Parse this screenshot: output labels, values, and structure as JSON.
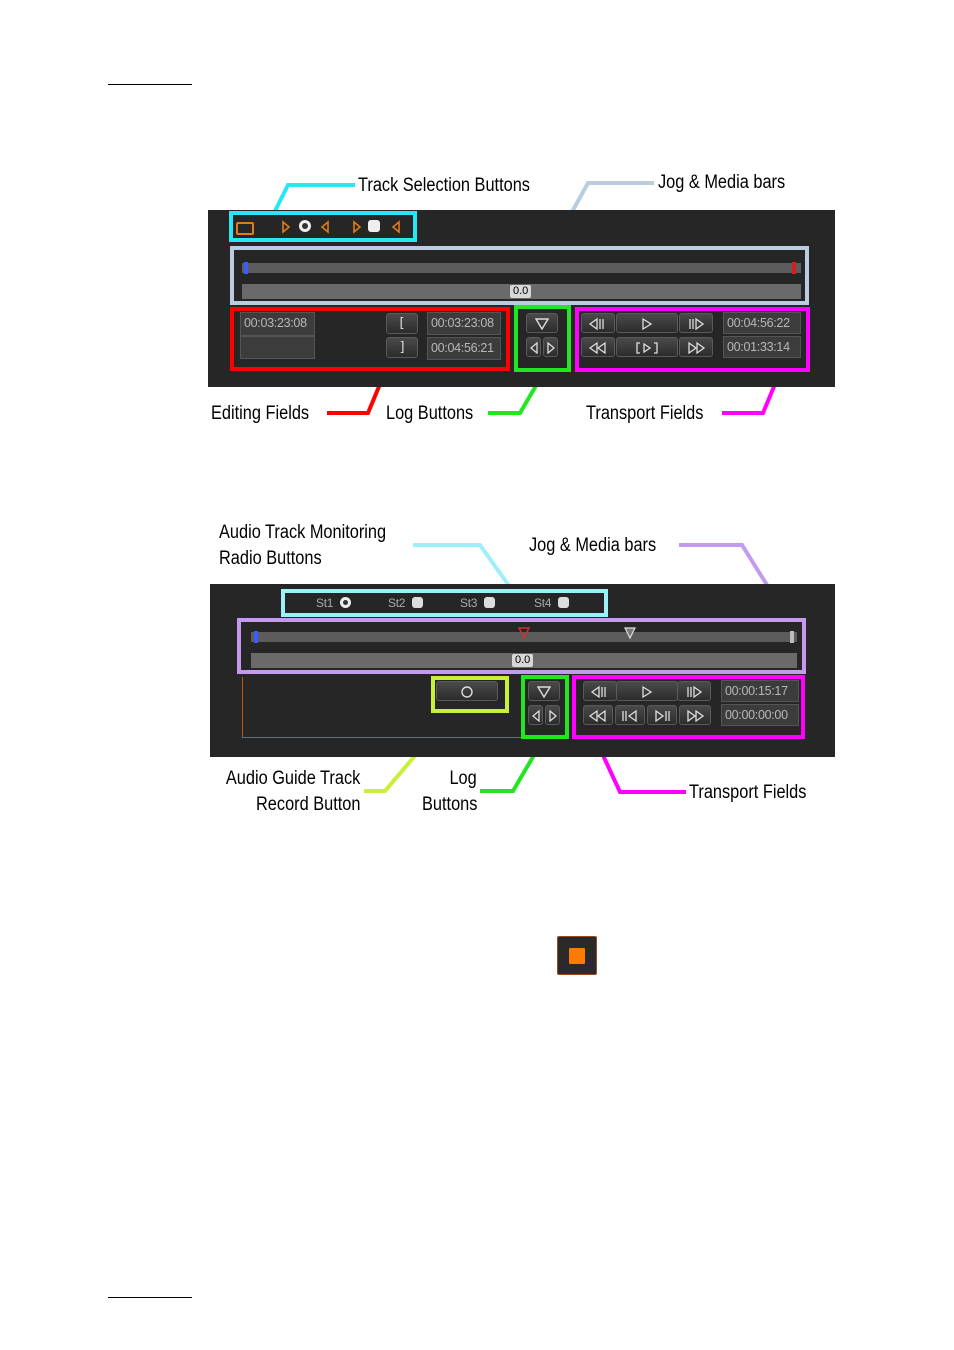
{
  "figure1": {
    "callouts": {
      "track_selection": "Track Selection Buttons",
      "jog_media": "Jog & Media bars",
      "editing_fields": "Editing Fields",
      "log_buttons": "Log Buttons",
      "transport_fields": "Transport Fields"
    },
    "media_bar_value": "0.0",
    "edit": {
      "current_tc": "00:03:23:08",
      "in_tc": "00:03:23:08",
      "out_tc": "00:04:56:21",
      "mark_in_icon": "[",
      "mark_out_icon": "]"
    },
    "transport": {
      "tc_top": "00:04:56:22",
      "tc_bottom": "00:01:33:14"
    }
  },
  "figure2": {
    "callouts": {
      "audio_monitoring_1": "Audio Track Monitoring",
      "audio_monitoring_2": "Radio Buttons",
      "jog_media": "Jog & Media bars",
      "audio_guide_1": "Audio Guide Track",
      "audio_guide_2": "Record Button",
      "log_1": "Log",
      "log_2": "Buttons",
      "transport_fields": "Transport Fields"
    },
    "radio_labels": [
      "St1",
      "St2",
      "St3",
      "St4"
    ],
    "media_bar_value": "0.0",
    "transport": {
      "tc_top": "00:00:15:17",
      "tc_bottom": "00:00:00:00"
    }
  },
  "colors": {
    "cyan": "#29e6f2",
    "light_blue": "#b9cce0",
    "red": "#ff0000",
    "green": "#22e622",
    "magenta": "#ff00ff",
    "light_cyan": "#9ef0f8",
    "lavender": "#c49af0",
    "yellow_green": "#c8f036",
    "record_orange": "#ff7a00"
  }
}
